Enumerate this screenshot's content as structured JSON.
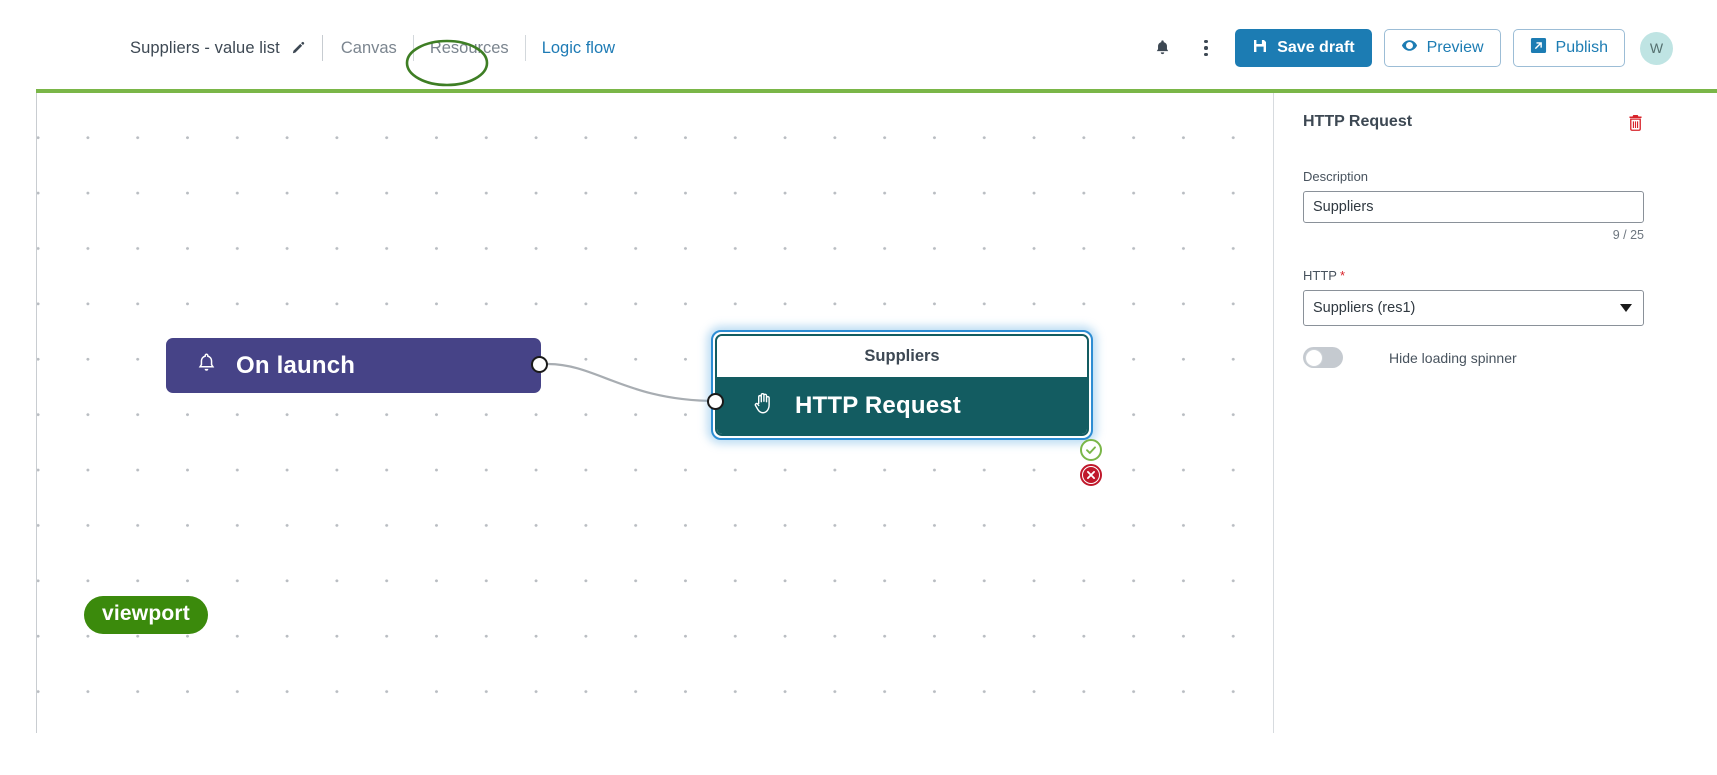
{
  "header": {
    "doc_title": "Suppliers - value list",
    "edit_icon": "pencil-icon",
    "nav": [
      {
        "label": "Canvas",
        "active": false
      },
      {
        "label": "Resources",
        "active": false
      },
      {
        "label": "Logic flow",
        "active": true
      }
    ],
    "bell_icon": "bell-icon",
    "kebab_icon": "more-vertical-icon",
    "save_label": "Save draft",
    "preview_label": "Preview",
    "publish_label": "Publish",
    "avatar_initial": "W"
  },
  "annotation": {
    "ellipse_target": "Logic flow",
    "ellipse_color": "#3e7e24",
    "viewport_badge": "viewport",
    "viewport_badge_color": "#3b8a0c"
  },
  "canvas": {
    "nodes": [
      {
        "id": "on-launch",
        "label": "On launch",
        "icon": "bell-icon",
        "color": "#464387"
      },
      {
        "id": "http-request",
        "title": "Suppliers",
        "label": "HTTP Request",
        "icon": "hand-icon",
        "color": "#135c61",
        "selected": true,
        "badges": [
          "check-circle-icon",
          "error-circle-icon"
        ]
      }
    ]
  },
  "panel": {
    "title": "HTTP Request",
    "delete_icon": "trash-icon",
    "description_label": "Description",
    "description_value": "Suppliers",
    "description_counter": "9 / 25",
    "http_label": "HTTP",
    "http_required": "*",
    "http_value": "Suppliers (res1)",
    "toggle_label": "Hide loading spinner",
    "toggle_on": false
  },
  "colors": {
    "accent_blue": "#1c7cb3",
    "accent_green": "#7ab648",
    "node_purple": "#464387",
    "node_teal": "#135c61",
    "error_red": "#c0182b"
  }
}
